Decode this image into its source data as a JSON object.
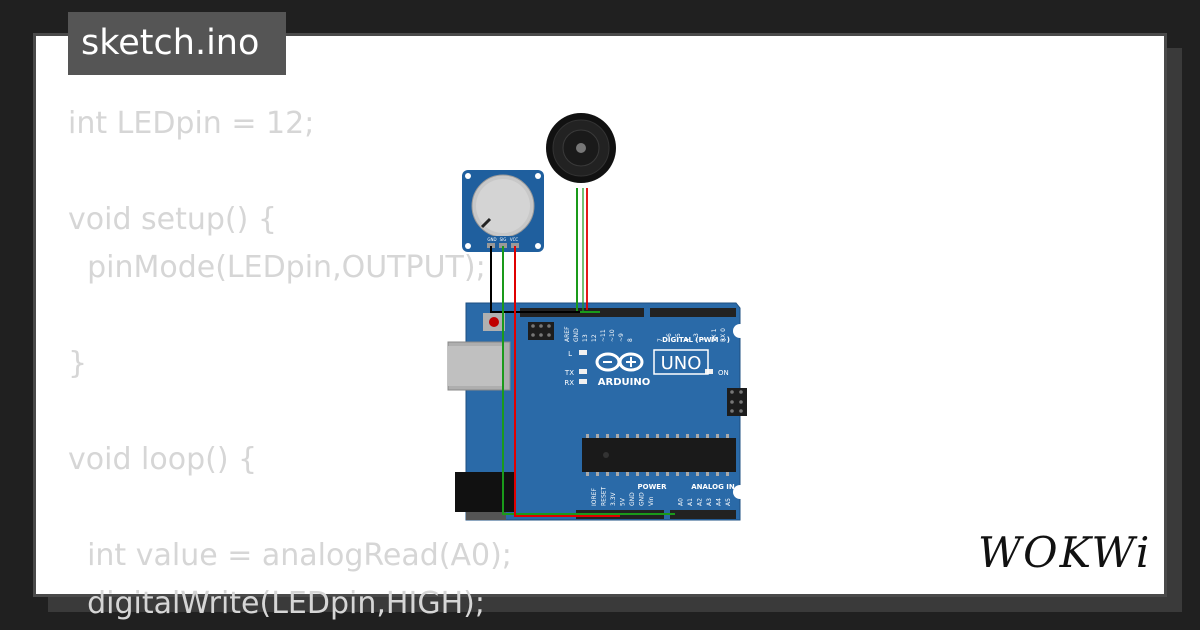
{
  "title": "sketch.ino",
  "code_lines": [
    "int LEDpin = 12;",
    "",
    "void setup() {",
    "  pinMode(LEDpin,OUTPUT);",
    "",
    "}",
    "",
    "void loop() {",
    "",
    "  int value = analogRead(A0);",
    "  digitalWrite(LEDpin,HIGH);"
  ],
  "board": {
    "brand": "ARDUINO",
    "model": "UNO",
    "digital_label": "DIGITAL (PWM ~)",
    "power_label": "POWER",
    "analog_label": "ANALOG IN",
    "led_l": "L",
    "led_tx": "TX",
    "led_rx": "RX",
    "led_on": "ON",
    "top_pins": [
      "AREF",
      "GND",
      "13",
      "12",
      "~11",
      "~10",
      "~9",
      "8",
      "7",
      "~6",
      "~5",
      "4",
      "~3",
      "2",
      "TX 1",
      "RX 0"
    ],
    "bottom_pins": [
      "IOREF",
      "RESET",
      "3.3V",
      "5V",
      "GND",
      "GND",
      "Vin",
      "A0",
      "A1",
      "A2",
      "A3",
      "A4",
      "A5"
    ]
  },
  "potentiometer": {
    "pins": [
      "GND",
      "SIG",
      "VCC"
    ]
  },
  "wire_colors": {
    "black": "#000000",
    "green": "#1a9a1a",
    "red": "#e00000"
  },
  "logo_text": "WOKWi"
}
